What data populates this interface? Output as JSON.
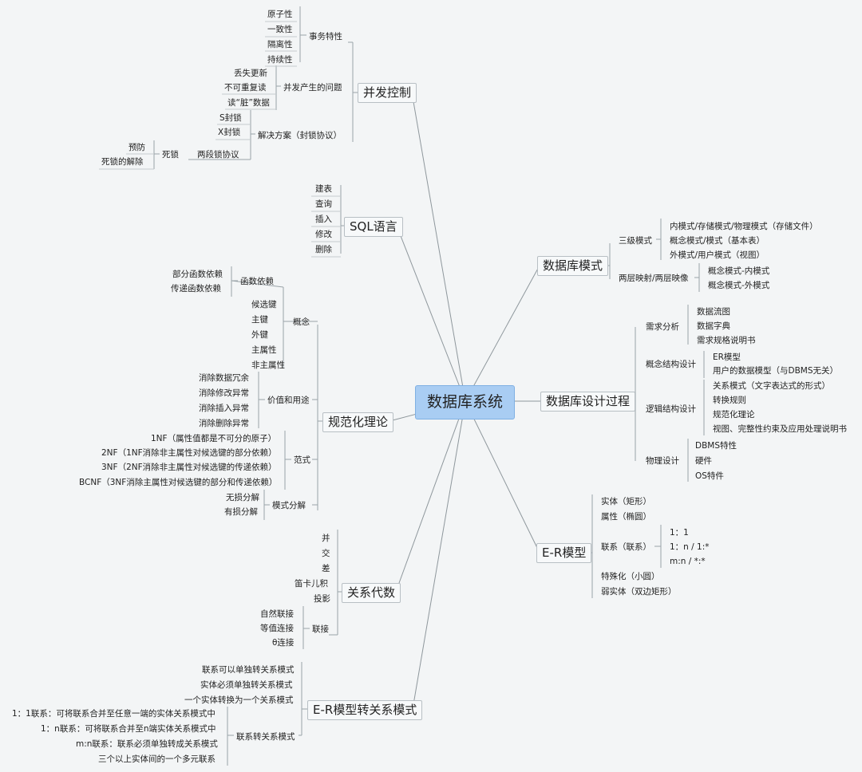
{
  "center": "数据库系统",
  "branches": {
    "concurrency": {
      "label": "并发控制",
      "acid": {
        "label": "事务特性",
        "items": [
          "原子性",
          "一致性",
          "隔离性",
          "持续性"
        ]
      },
      "problems": {
        "label": "并发产生的问题",
        "items": [
          "丢失更新",
          "不可重复读",
          "读“脏”数据"
        ]
      },
      "solution": {
        "label": "解决方案（封锁协议）",
        "items": [
          "S封锁",
          "X封锁"
        ]
      },
      "twophase": {
        "label": "两段锁协议"
      },
      "deadlock": {
        "label": "死锁",
        "items": [
          "预防",
          "死锁的解除"
        ]
      }
    },
    "sql": {
      "label": "SQL语言",
      "items": [
        "建表",
        "查询",
        "插入",
        "修改",
        "删除"
      ]
    },
    "normalization": {
      "label": "规范化理论",
      "concepts": {
        "label": "概念",
        "items": [
          "候选键",
          "主键",
          "外键",
          "主属性",
          "非主属性"
        ]
      },
      "fd": {
        "label": "函数依赖",
        "items": [
          "部分函数依赖",
          "传递函数依赖"
        ]
      },
      "value": {
        "label": "价值和用途",
        "items": [
          "消除数据冗余",
          "消除修改异常",
          "消除插入异常",
          "消除删除异常"
        ]
      },
      "forms": {
        "label": "范式",
        "items": [
          "1NF（属性值都是不可分的原子）",
          "2NF（1NF消除非主属性对候选键的部分依赖）",
          "3NF（2NF消除非主属性对候选键的传递依赖）",
          "BCNF（3NF消除主属性对候选键的部分和传递依赖）"
        ]
      },
      "decomp": {
        "label": "模式分解",
        "items": [
          "无损分解",
          "有损分解"
        ]
      }
    },
    "algebra": {
      "label": "关系代数",
      "items": [
        "并",
        "交",
        "差",
        "笛卡儿积",
        "投影"
      ],
      "join": {
        "label": "联接",
        "items": [
          "自然联接",
          "等值连接",
          "θ连接"
        ]
      }
    },
    "er2rel": {
      "label": "E-R模型转关系模式",
      "items": [
        "联系可以单独转关系模式",
        "实体必须单独转关系模式",
        "一个实体转换为一个关系模式"
      ],
      "rel": {
        "label": "联系转关系模式",
        "items": [
          "1：1联系：可将联系合并至任意一端的实体关系模式中",
          "1：n联系：可将联系合并至n端实体关系模式中",
          "m:n联系：联系必须单独转成关系模式",
          "三个以上实体间的一个多元联系"
        ]
      }
    },
    "schema": {
      "label": "数据库模式",
      "three": {
        "label": "三级模式",
        "items": [
          "内模式/存储模式/物理模式（存储文件）",
          "概念模式/模式（基本表）",
          "外模式/用户模式（视图）"
        ]
      },
      "mapping": {
        "label": "两层映射/两层映像",
        "items": [
          "概念模式-内模式",
          "概念模式-外模式"
        ]
      }
    },
    "design": {
      "label": "数据库设计过程",
      "req": {
        "label": "需求分析",
        "items": [
          "数据流图",
          "数据字典",
          "需求规格说明书"
        ]
      },
      "concept": {
        "label": "概念结构设计",
        "items": [
          "ER模型",
          "用户的数据模型（与DBMS无关）"
        ]
      },
      "logic": {
        "label": "逻辑结构设计",
        "items": [
          "关系模式（文字表达式的形式）",
          "转换规则",
          "规范化理论",
          "视图、完整性约束及应用处理说明书"
        ]
      },
      "physical": {
        "label": "物理设计",
        "items": [
          "DBMS特性",
          "硬件",
          "OS特件"
        ]
      }
    },
    "er": {
      "label": "E-R模型",
      "items": [
        "实体（矩形）",
        "属性（椭圆）"
      ],
      "rel": {
        "label": "联系（联系）",
        "items": [
          "1：1",
          "1：n / 1:*",
          "m:n / *:*"
        ]
      },
      "items2": [
        "特殊化（小圆）",
        "弱实体（双边矩形）"
      ]
    }
  }
}
